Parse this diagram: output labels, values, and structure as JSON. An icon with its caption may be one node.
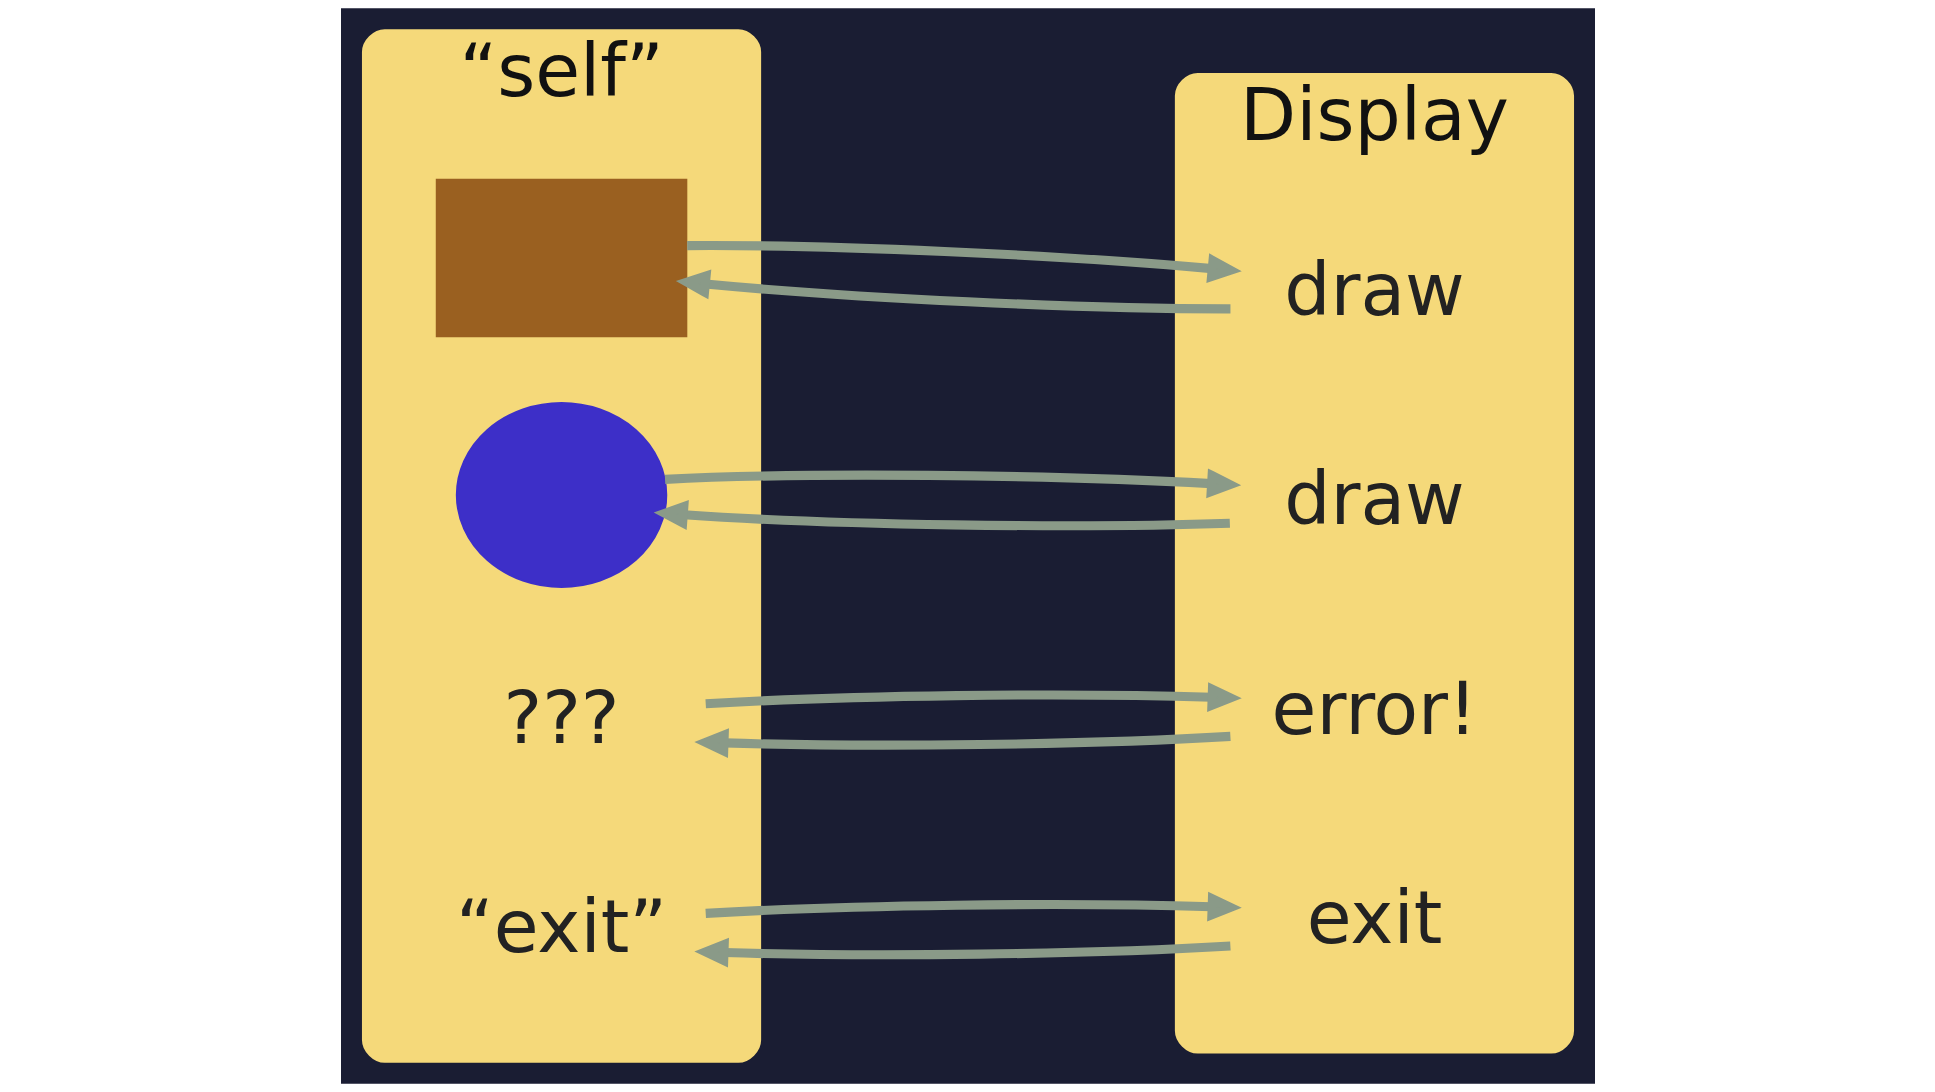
{
  "diagram": {
    "nodes": [
      {
        "text": [
          "“self”"
        ]
      },
      {
        "text": [],
        "shape": "box",
        "in": 0
      },
      {
        "text": [],
        "shape": "circle",
        "in": 0
      },
      {
        "text": [
          "???"
        ],
        "in": 0
      },
      {
        "text": [
          "“exit”"
        ],
        "in": 0
      },
      {
        "text": [
          "Display"
        ]
      },
      {
        "text": [
          "draw"
        ],
        "in": 5
      },
      {
        "text": [
          "draw"
        ],
        "in": 5
      },
      {
        "text": [
          "error!"
        ],
        "in": 5
      },
      {
        "text": [
          "exit"
        ],
        "in": 5
      }
    ],
    "edges": [
      {
        "from": 1,
        "to": 6,
        "arrow": "to"
      },
      {
        "from": 6,
        "to": 1,
        "arrow": "to"
      },
      {
        "from": 2,
        "to": 7,
        "arrow": "to"
      },
      {
        "from": 7,
        "to": 2,
        "arrow": "to"
      },
      {
        "from": 3,
        "to": 8,
        "arrow": "to"
      },
      {
        "from": 8,
        "to": 3,
        "arrow": "to"
      },
      {
        "from": 4,
        "to": 9,
        "arrow": "to"
      },
      {
        "from": 9,
        "to": 4,
        "arrow": "to"
      }
    ]
  }
}
